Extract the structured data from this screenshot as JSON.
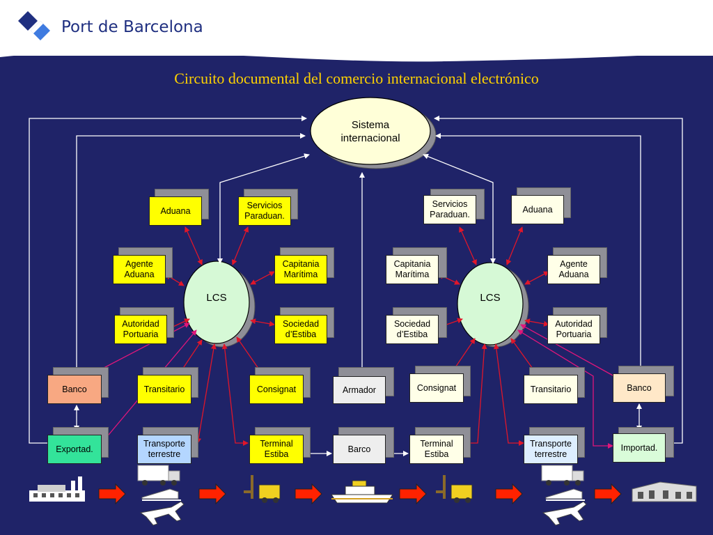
{
  "brand": {
    "name": "Port de Barcelona"
  },
  "title": "Circuito documental del comercio internacional electrónico",
  "colors": {
    "background": "#1f2368",
    "yellow": "#ffff00",
    "cream": "#ffffe8",
    "salmon": "#f8a882",
    "green": "#33e39a",
    "mint": "#d9fcd9",
    "light_blue": "#b4d6ff",
    "gray": "#eeeeee",
    "red_arrow": "#e0162a",
    "pink_arrow": "#e0167a",
    "white_arrow": "#ffffff"
  },
  "nodes": {
    "sistema": "Sistema\ninternacional",
    "lcs_left": "LCS",
    "lcs_right": "LCS",
    "left": {
      "aduana": "Aduana",
      "servicios": "Servicios\nParaduan.",
      "agente": "Agente\nAduana",
      "capitania": "Capitania\nMarítima",
      "autoridad": "Autoridad\nPortuaria",
      "sociedad": "Sociedad\nd’Estiba",
      "banco": "Banco",
      "transitario": "Transitario",
      "consignat": "Consignat",
      "exportad": "Exportad.",
      "transporte": "Transporte\nterrestre",
      "terminal": "Terminal\nEstiba"
    },
    "center": {
      "armador": "Armador",
      "barco": "Barco"
    },
    "right": {
      "servicios": "Servicios\nParaduan.",
      "aduana": "Aduana",
      "capitania": "Capitania\nMarítima",
      "agente": "Agente\nAduana",
      "sociedad": "Sociedad\nd’Estiba",
      "autoridad": "Autoridad\nPortuaria",
      "consignat": "Consignat",
      "transitario": "Transitario",
      "banco": "Banco",
      "terminal": "Terminal\nEstiba",
      "transporte": "Transporte\nterrestre",
      "importad": "Importad."
    }
  },
  "icons": {
    "factory": "factory-icon",
    "truck": "truck-icon",
    "train": "train-icon",
    "plane": "airplane-icon",
    "forklift": "forklift-icon",
    "ship": "ship-icon",
    "warehouse": "warehouse-icon",
    "flow_arrow": "flow-arrow-icon"
  }
}
